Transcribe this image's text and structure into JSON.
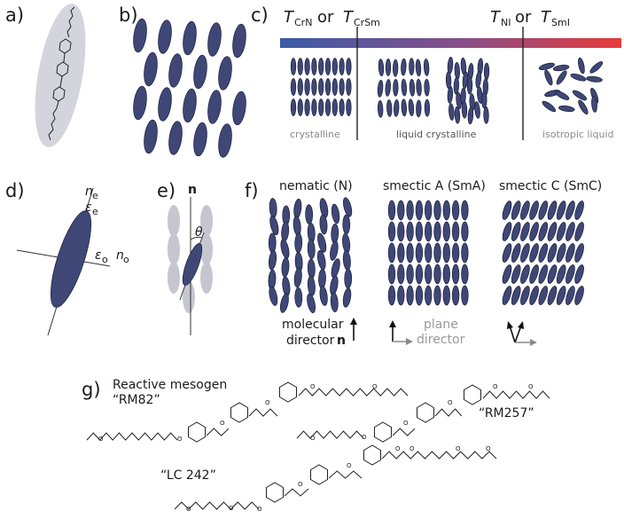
{
  "panels": {
    "a": "a)",
    "b": "b)",
    "c": "c)",
    "d": "d)",
    "e": "e)",
    "f": "f)",
    "g": "g)"
  },
  "panel_c": {
    "t_left_main": "T",
    "t_left_sub1": "CrN",
    "or1": "or",
    "t_left_main2": "T",
    "t_left_sub2": "CrSm",
    "t_right_main": "T",
    "t_right_sub1": "NI",
    "or2": "or",
    "t_right_main2": "T",
    "t_right_sub2": "SmI",
    "crystalline": "crystalline",
    "liquid_crystalline": "liquid crystalline",
    "isotropic_liquid": "isotropic liquid",
    "gradient_colors": [
      "#3b5ba8",
      "#8a4f86",
      "#e83a3a"
    ]
  },
  "panel_d": {
    "n_e": "n",
    "n_e_sub": "e",
    "eps_e": "ε",
    "eps_e_sub": "e",
    "eps_o": "ε",
    "eps_o_sub": "o",
    "n_o": "n",
    "n_o_sub": "o"
  },
  "panel_e": {
    "n": "n",
    "theta": "θ"
  },
  "panel_f": {
    "nematic": "nematic (N)",
    "smectic_a": "smectic A (SmA)",
    "smectic_c": "smectic C (SmC)",
    "molecular": "molecular",
    "director": "director",
    "director_bold": "n",
    "plane": "plane",
    "plane_director": "director"
  },
  "panel_g": {
    "reactive_mesogen": "Reactive mesogen",
    "rm82": "“RM82”",
    "rm257": "“RM257”",
    "lc242": "“LC 242”",
    "atom_o": "O"
  },
  "colors": {
    "mesogen": "#3f4777",
    "ghost": "#c6c6d0"
  }
}
